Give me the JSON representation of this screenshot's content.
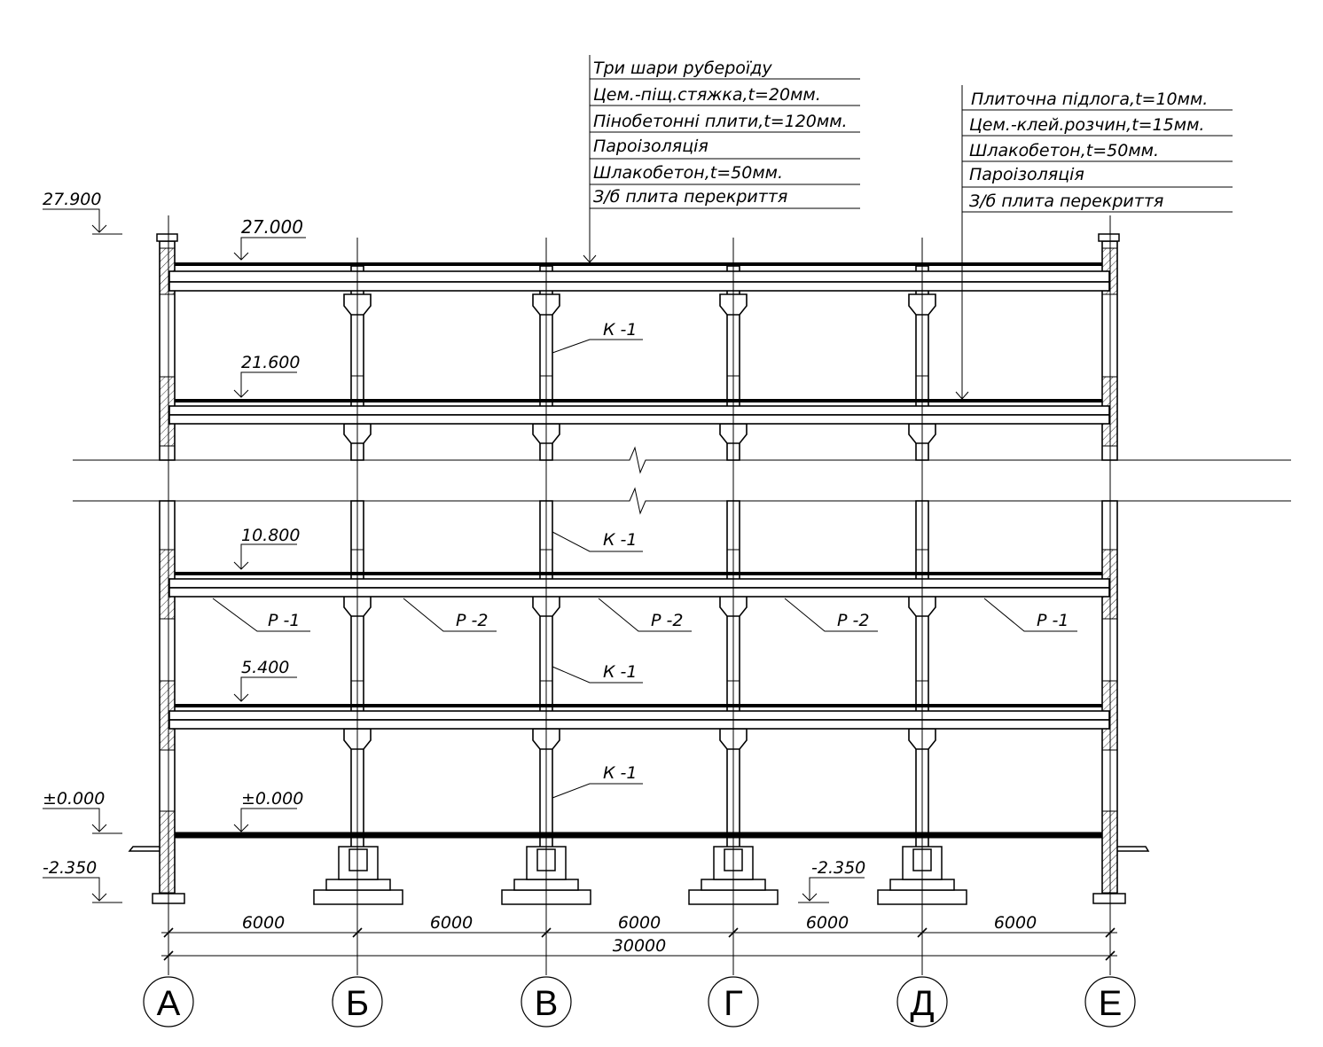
{
  "roof_layers": [
    "Три шари руберoїду",
    "Цем.-піщ.стяжка,t=20мм.",
    "Пінобетонні плити,t=120мм.",
    "Пароізоляція",
    "Шлакобетон,t=50мм.",
    "З/б плита перекриття"
  ],
  "floor_layers": [
    "Плиточна підлога,t=10мм.",
    "Цем.-клей.розчин,t=15мм.",
    "Шлакобетон,t=50мм.",
    "Пароізоляція",
    "З/б плита перекриття"
  ],
  "levels": {
    "parapet": "27.900",
    "roof": "27.000",
    "floor_top": "21.600",
    "floor_mid": "10.800",
    "floor_low": "5.400",
    "ground_left": "±0.000",
    "ground_inner": "±0.000",
    "foundation_left": "-2.350",
    "foundation_inner": "-2.350"
  },
  "column_mark": "К -1",
  "crossbar_marks": [
    "Р -1",
    "Р -2",
    "Р -2",
    "Р -2",
    "Р -1"
  ],
  "spans": [
    "6000",
    "6000",
    "6000",
    "6000",
    "6000"
  ],
  "total_span": "30000",
  "axes": [
    "А",
    "Б",
    "В",
    "Г",
    "Д",
    "Е"
  ]
}
